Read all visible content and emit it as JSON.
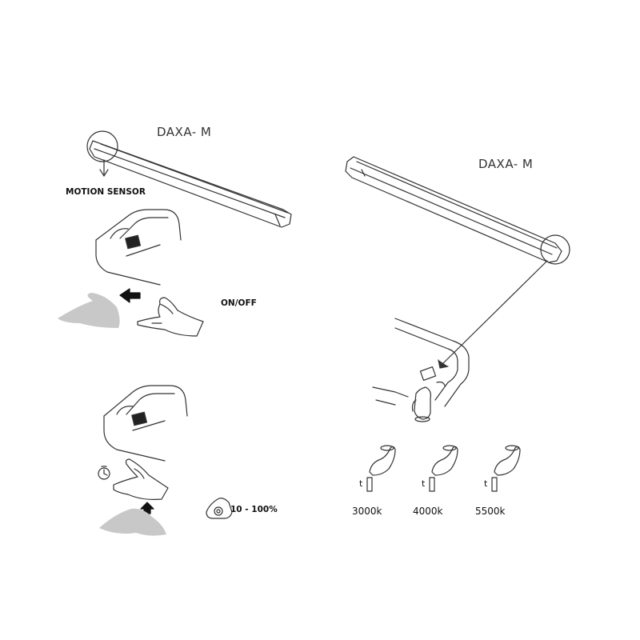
{
  "left_panel": {
    "product_title": "DAXA- M",
    "sensor_label": "MOTION SENSOR",
    "onoff_label": "ON/OFF",
    "dim_label": "10 - 100%"
  },
  "right_panel": {
    "product_title": "DAXA- M",
    "touch_modes": [
      {
        "t_label": "t",
        "kelvin": "3000k"
      },
      {
        "t_label": "t",
        "kelvin": "4000k"
      },
      {
        "t_label": "t",
        "kelvin": "5500k"
      }
    ]
  },
  "colors": {
    "line": "#333333",
    "hand_shadow": "#c8c8c8",
    "sensor": "#222222"
  }
}
